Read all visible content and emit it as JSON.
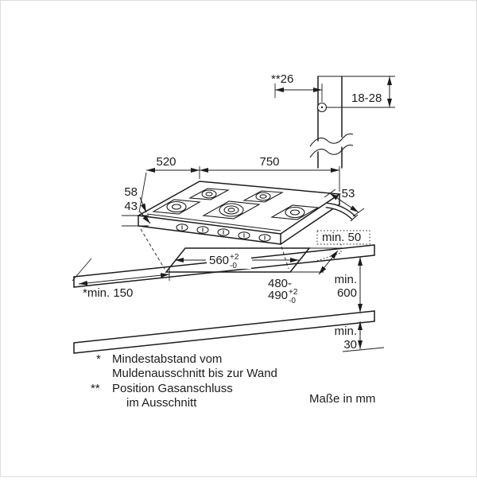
{
  "detail_gas": {
    "offset_label": "**26",
    "depth_range_label": "18-28"
  },
  "hob": {
    "width_label": "750",
    "depth_label": "520",
    "height_total_label": "58",
    "height_body_label": "43",
    "gas_stub_label": "53",
    "rear_clearance_label": "min. 50"
  },
  "cutout": {
    "width_label": "560",
    "width_tol_plus": "+2",
    "width_tol_minus": "-0",
    "depth_label_line1": "480-",
    "depth_value": "490",
    "depth_tol_plus": "+2",
    "depth_tol_minus": "-0",
    "wall_clearance_label": "*min. 150",
    "below_min_prefix": "min.",
    "below_min_value": "600",
    "floor_min_prefix": "min.",
    "floor_min_value": "30"
  },
  "footnotes": {
    "star": "*",
    "star_text_line1": "Mindestabstand vom",
    "star_text_line2": "Muldenausschnitt bis zur Wand",
    "double_star": "**",
    "double_star_text_line1": "Position Gasanschluss",
    "double_star_text_line2": "im Ausschnitt"
  },
  "units_label": "Maße in mm",
  "colors": {
    "line": "#1c1c1c",
    "background": "#ffffff"
  }
}
